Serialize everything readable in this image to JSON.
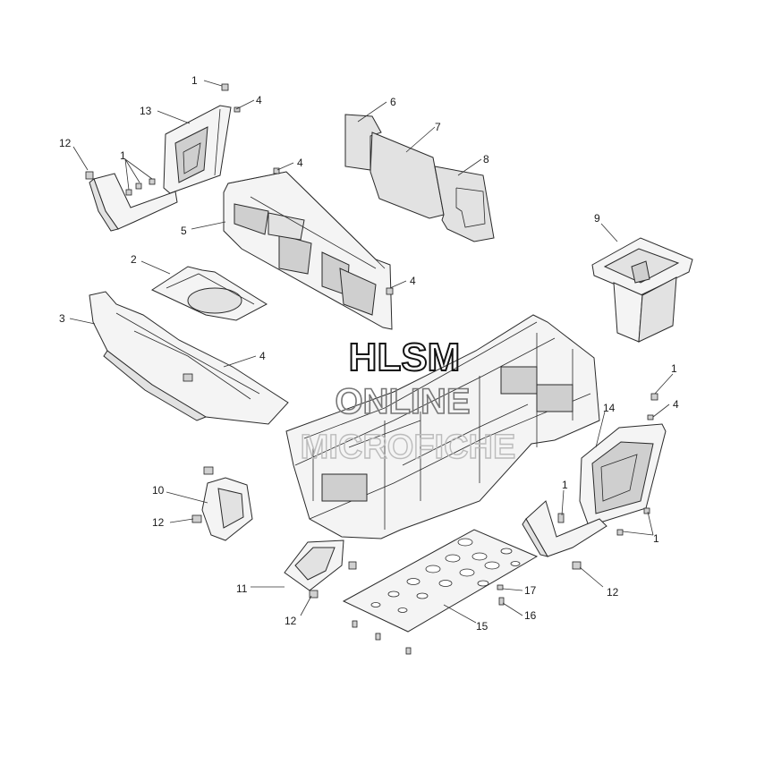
{
  "callouts": {
    "c1a": "1",
    "c13": "13",
    "c4a": "4",
    "c12a": "12",
    "c1b": "1",
    "c6": "6",
    "c7": "7",
    "c8": "8",
    "c4b": "4",
    "c5": "5",
    "c9": "9",
    "c2": "2",
    "c4c": "4",
    "c3": "3",
    "c4d": "4",
    "c1c": "1",
    "c4e": "4",
    "c14": "14",
    "c10": "10",
    "c1d": "1",
    "c12b": "12",
    "c1e": "1",
    "c11": "11",
    "c12c": "12",
    "c17": "17",
    "c16": "16",
    "c12d": "12",
    "c15": "15"
  },
  "watermark": {
    "line1": "HLSM",
    "line2": "ONLINE",
    "line3": "MICROFICHE"
  }
}
